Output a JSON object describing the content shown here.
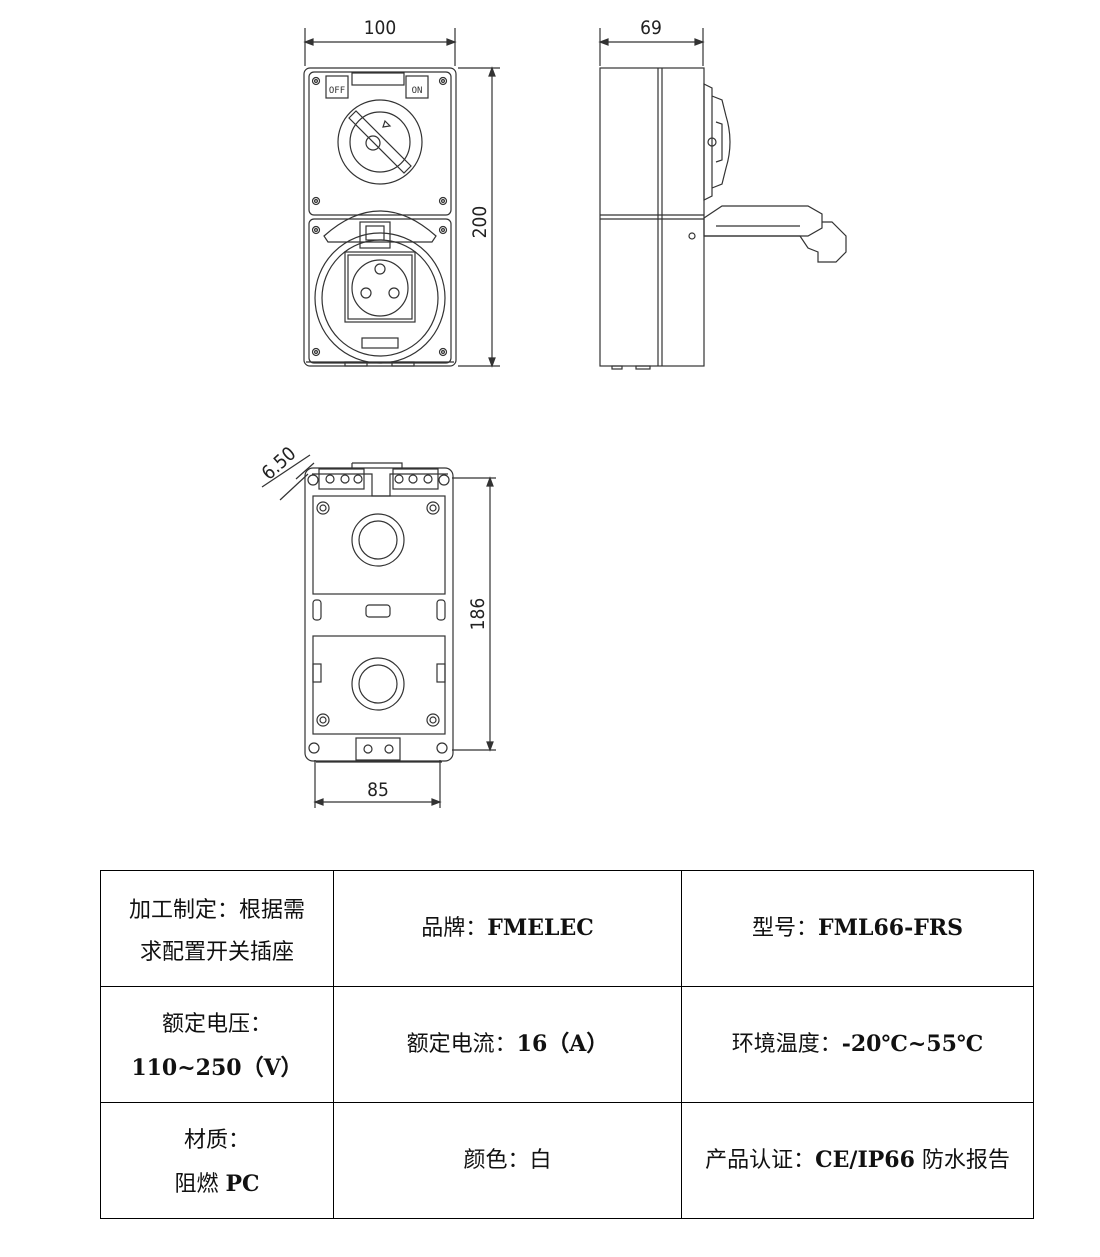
{
  "dimensions": {
    "front_width": "100",
    "front_height": "200",
    "side_depth": "69",
    "mount_hole_offset": "6.50",
    "mount_height": "186",
    "mount_width": "85"
  },
  "switch_labels": {
    "off": "OFF",
    "on": "ON"
  },
  "spec_table": {
    "rows": [
      {
        "cells": [
          {
            "line1": "加工制定：根据需",
            "line2": "求配置开关插座"
          },
          {
            "label": "品牌：",
            "value": "FMELEC"
          },
          {
            "label": "型号：",
            "value": "FML66-FRS"
          }
        ]
      },
      {
        "cells": [
          {
            "line1": "额定电压：",
            "line2": "110~250（V）"
          },
          {
            "label": "额定电流：",
            "value": "16（A）"
          },
          {
            "label": "环境温度：",
            "value": "-20℃~55℃"
          }
        ]
      },
      {
        "cells": [
          {
            "line1": "材质：",
            "line2_label": "阻燃 ",
            "line2_value": "PC"
          },
          {
            "label": "颜色：",
            "value": "白"
          },
          {
            "label": "产品认证：",
            "value": "CE/IP66",
            "suffix": " 防水报告"
          }
        ]
      }
    ]
  }
}
